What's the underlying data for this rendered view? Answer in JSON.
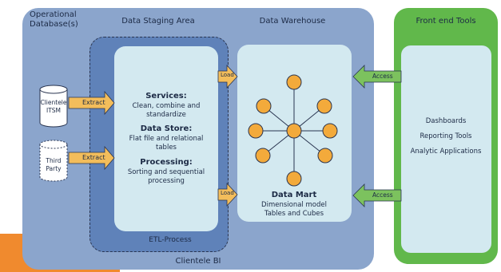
{
  "diagram": {
    "operational_label_1": "Operational",
    "operational_label_2": "Database(s)",
    "staging_title": "Data Staging Area",
    "warehouse_title": "Data Warehouse",
    "front_end_title": "Front end Tools",
    "sources": [
      {
        "line1": "Clientele",
        "line2": "ITSM"
      },
      {
        "line1": "Third",
        "line2": "Party"
      }
    ],
    "extract_labels": [
      "Extract",
      "Extract"
    ],
    "load_labels": [
      "Load",
      "Load"
    ],
    "access_labels": [
      "Access",
      "Access"
    ],
    "services": {
      "title": "Services:",
      "body_1": "Clean, combine and",
      "body_2": "standardize"
    },
    "data_store": {
      "title": "Data Store:",
      "body_1": "Flat file and relational",
      "body_2": "tables"
    },
    "processing": {
      "title": "Processing:",
      "body_1": "Sorting and sequential",
      "body_2": "processing"
    },
    "etl_label": "ETL-Process",
    "data_mart": {
      "title": "Data Mart",
      "line1": "Dimensional model",
      "line2": "Tables and Cubes"
    },
    "tools": [
      "Dashboards",
      "Reporting Tools",
      "Analytic Applications"
    ],
    "footer_label": "Clientele BI",
    "colors": {
      "main_panel": "#8ba5cc",
      "staging": "#5f82b9",
      "box_fill": "#d3e9f0",
      "green_panel": "#61b84b",
      "arrow": "#f3bd5b",
      "access_arrow": "#7cc25e",
      "node": "#f3aa3b",
      "accent_orange": "#f08a2e"
    }
  }
}
